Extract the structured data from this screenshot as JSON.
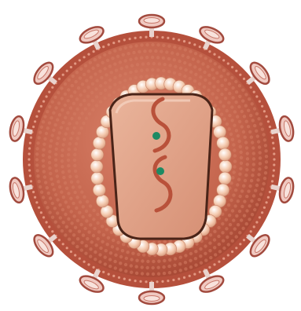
{
  "illustration": {
    "subject": "virus-particle-cross-section",
    "colors": {
      "background": "#ffffff",
      "outer_rim": "#b8503a",
      "body": "#c4644c",
      "inner_shell": "#f2c2a4",
      "capsid_fill": "#e3a389",
      "capsid_border": "#4a2418",
      "strand": "#b9513a",
      "enzyme_dot": "#1e8a63",
      "spike_fill": "#f0c9c1",
      "spike_stroke": "#a24a3e"
    },
    "spike_count": 14,
    "strand_count": 2,
    "enzyme_count": 2
  }
}
